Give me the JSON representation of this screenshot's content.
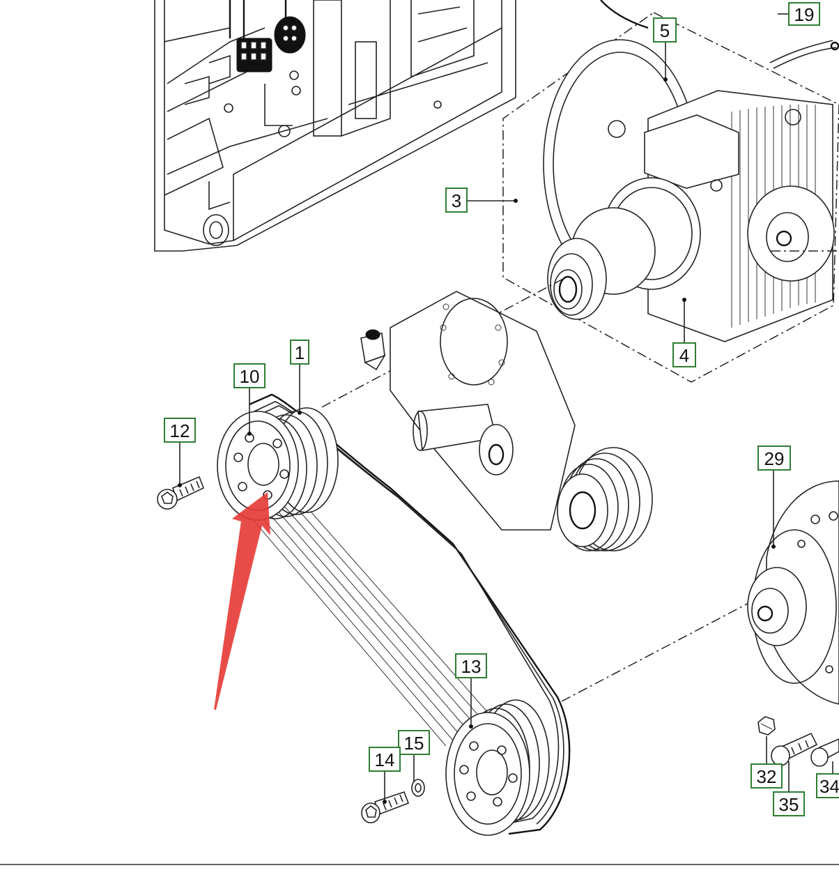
{
  "diagram": {
    "callouts": [
      "19",
      "5",
      "3",
      "4",
      "1",
      "10",
      "12",
      "29",
      "13",
      "15",
      "14",
      "32",
      "35",
      "34"
    ],
    "colors": {
      "callout_border": "#2e7d32",
      "line_art": "#222222",
      "arrow": "#e53935",
      "background": "#ffffff"
    },
    "parts": {
      "frame": "machine-frame",
      "drive_unit": "motor-gearbox-assembly",
      "belt": "v-ribbed-belt",
      "upper_pulley": "pulley-upper",
      "lower_pulley": "pulley-lower",
      "tensioner": "belt-tensioner-arm",
      "pump": "hydraulic-pump",
      "pointer": "red-arrow"
    }
  }
}
